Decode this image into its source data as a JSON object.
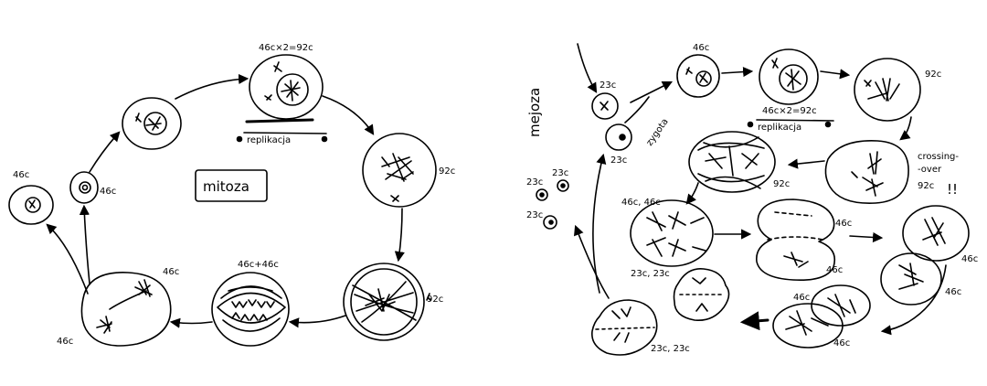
{
  "mitosis": {
    "title": "mitoza",
    "label_replication": "replikacja",
    "label_cell_1": "46c",
    "label_cell_2": "46c",
    "label_top": "46c×2=92c",
    "label_prophase": "92c",
    "label_metaphase": "92c",
    "label_anaphase": "46c+46c",
    "label_telophase_top": "46c",
    "label_telophase_bottom": "46c"
  },
  "meiosis": {
    "title": "mejoza",
    "label_gamete_top": "23c",
    "label_gamete_bottom": "23c",
    "label_zygote": "zygota",
    "label_46c_top": "46c",
    "label_formula": "46c×2=92c",
    "label_replication": "replikacja",
    "label_92c_right": "92c",
    "label_crossing": "crossing-",
    "label_over": "-over",
    "label_92c_cross": "92c",
    "label_exclaim": "!!",
    "label_92c_meta": "92c",
    "label_46c_46c": "46c, 46c",
    "label_46c_div": "46c",
    "label_46c_div2": "46c",
    "label_46c_r1": "46c",
    "label_46c_r2": "46c",
    "label_46c_small1": "46c",
    "label_46c_small2": "46c",
    "label_23c_23c_top": "23c, 23c",
    "label_23c_23c_bottom": "23c, 23c",
    "label_small_1": "23c",
    "label_small_2": "23c",
    "label_small_3": "23c"
  }
}
